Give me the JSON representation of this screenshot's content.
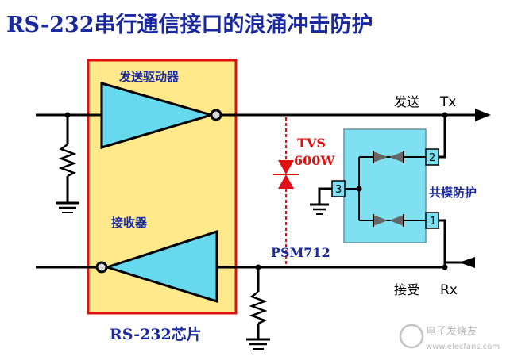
{
  "title": "RS-232串行通信接口的浪涌冲击防护",
  "chip": {
    "label": "RS-232芯片",
    "driver_label": "发送驱动器",
    "receiver_label": "接收器"
  },
  "tvs": {
    "label_line1": "TVS",
    "label_line2": "600W"
  },
  "psm": {
    "label": "PSM712",
    "common_mode_label": "共模防护",
    "pins": [
      "1",
      "2",
      "3"
    ]
  },
  "signals": {
    "tx_cn": "发送",
    "tx": "Tx",
    "rx_cn": "接受",
    "rx": "Rx"
  },
  "watermark": {
    "brand": "电子发烧友",
    "url": "www.elecfans.com"
  },
  "colors": {
    "title": "#1a2a9e",
    "chip_border": "#e01010",
    "chip_fill": "#ffe98a",
    "buffer_fill": "#66d9ee",
    "module_fill": "#7fe0f2",
    "tvs_red": "#e01010"
  }
}
